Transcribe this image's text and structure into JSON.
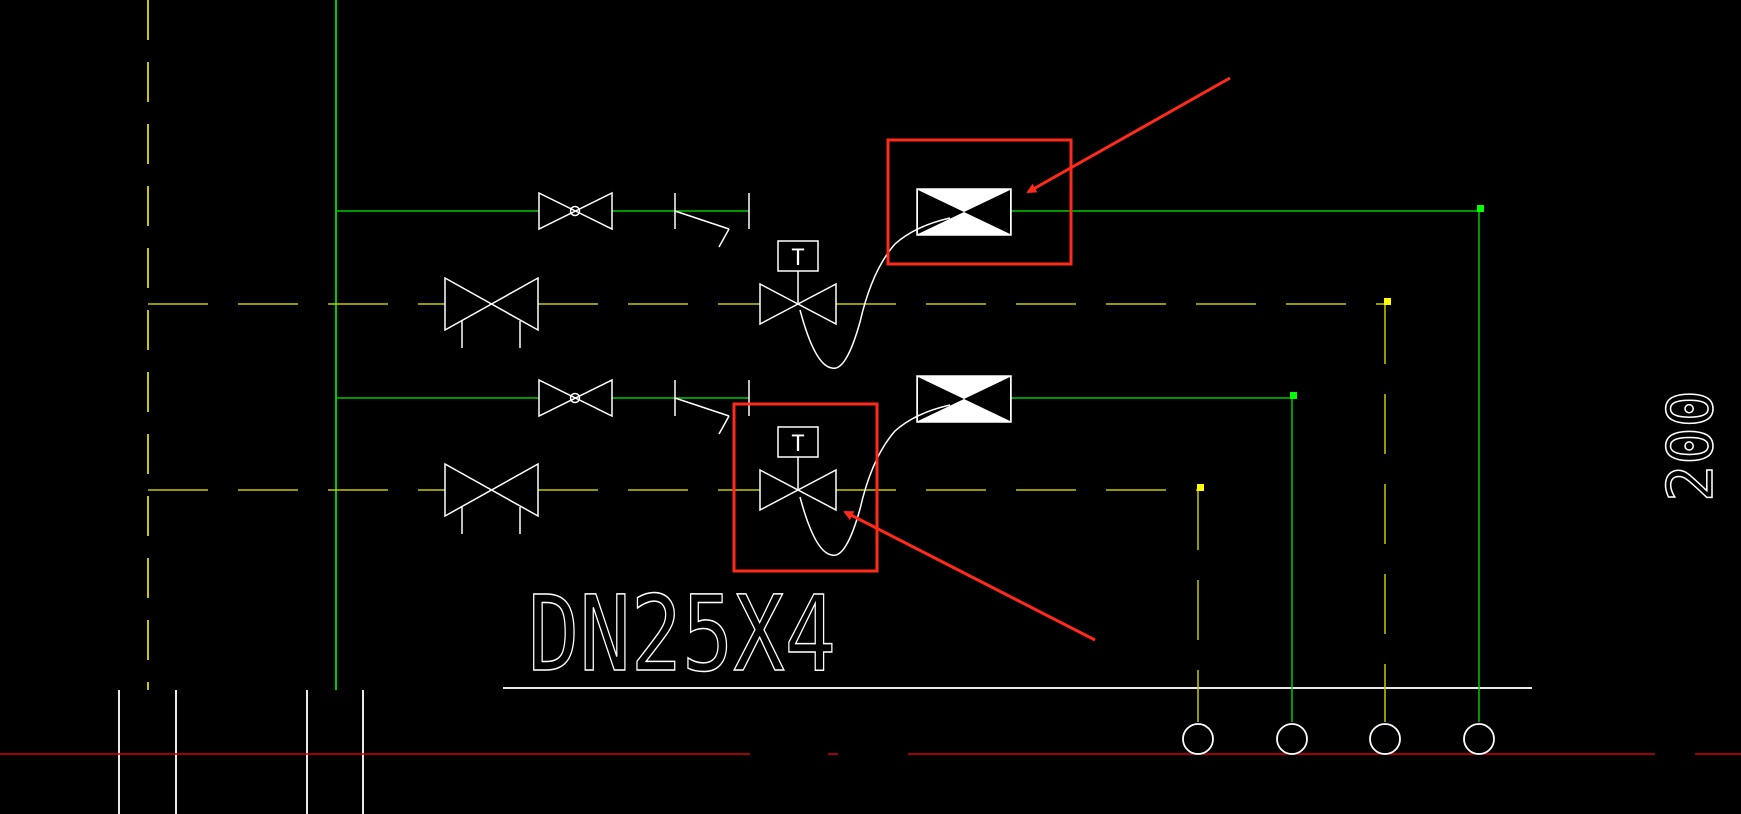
{
  "drawing": {
    "pipe_label": "DN25X4",
    "side_dimension": "200",
    "valve_tag_letter": "T",
    "colors": {
      "background": "#000000",
      "supply_pipe": "#00c800",
      "return_pipe": "#c8c800",
      "linework": "#ffffff",
      "axis_line": "#d40000",
      "highlight": "#ff2a1a",
      "supply_node": "#00ff00",
      "return_node": "#ffff00"
    }
  },
  "annotations": [
    {
      "label": "highlight-box-butterfly-valve",
      "color": "#ff2a1a"
    },
    {
      "label": "highlight-box-temperature-control-valve",
      "color": "#ff2a1a"
    }
  ]
}
